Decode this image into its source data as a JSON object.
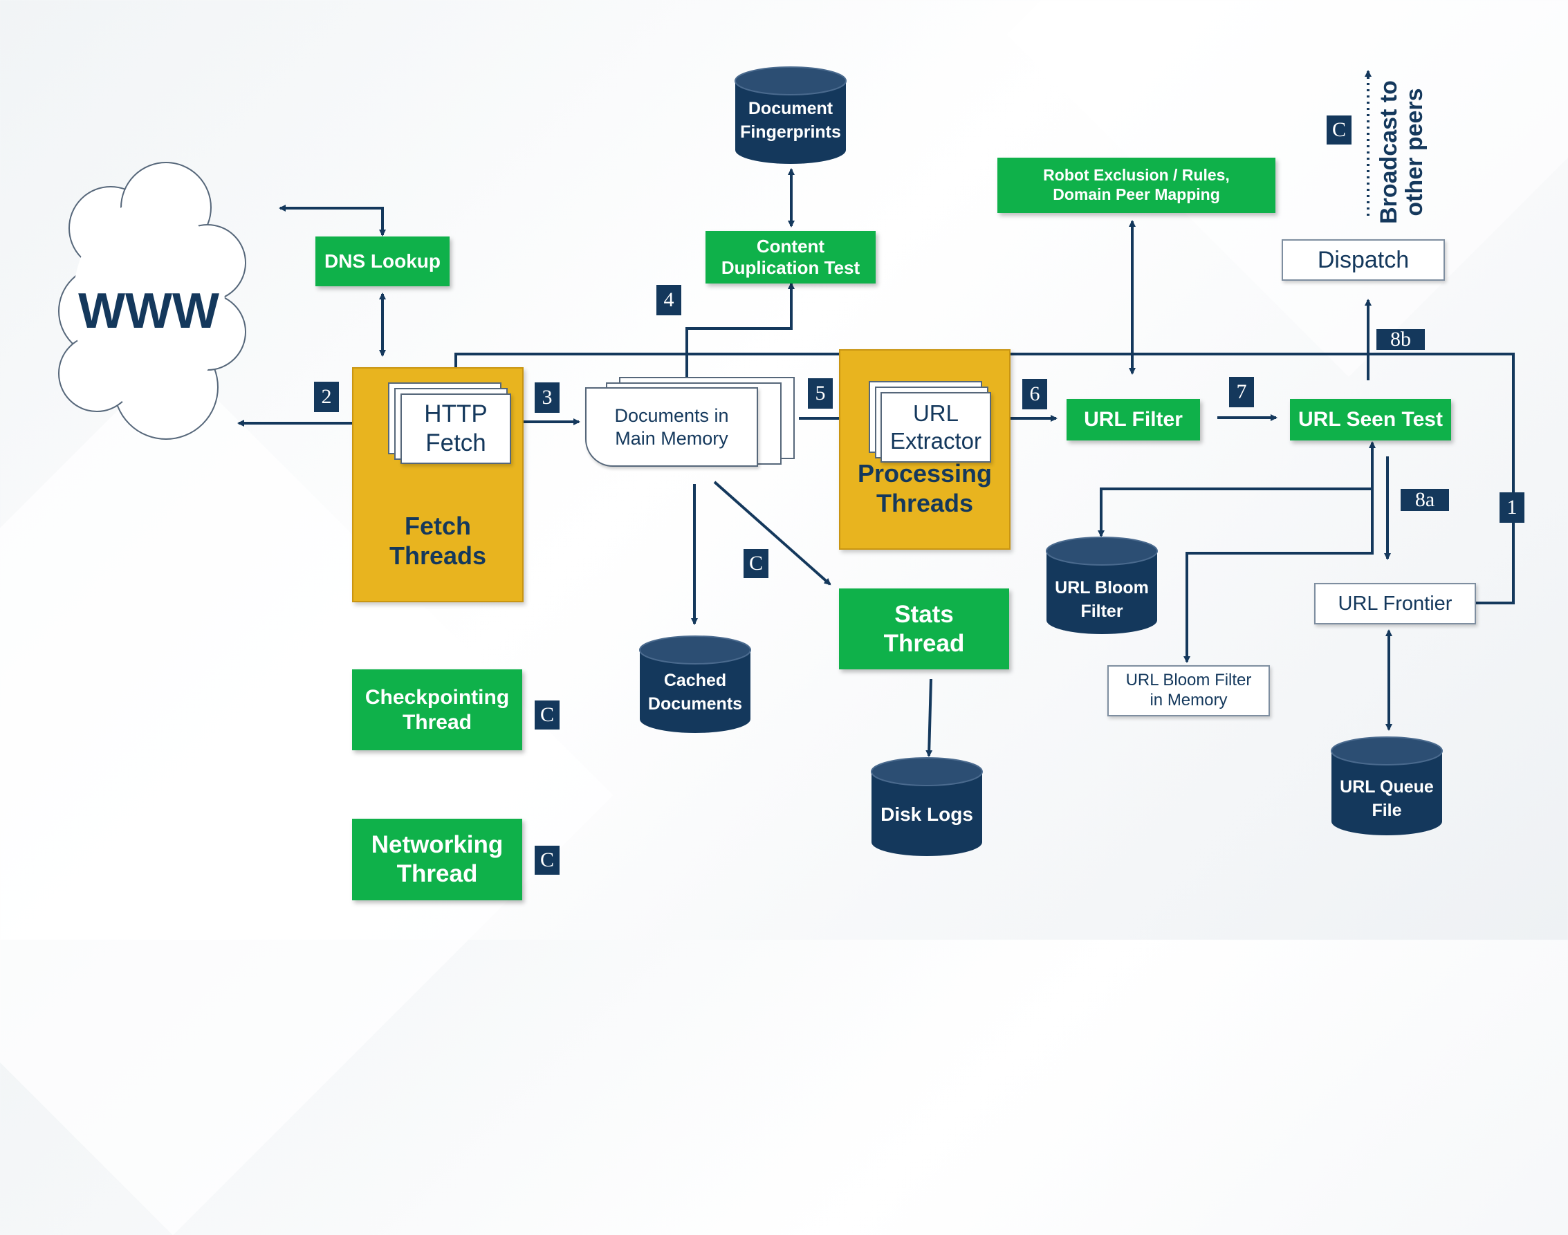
{
  "colors": {
    "green": "#0fb14a",
    "gold": "#e8b41f",
    "navy": "#14385c",
    "arrow": "#14385c"
  },
  "www": "WWW",
  "nodes": {
    "dns_lookup": "DNS Lookup",
    "http_fetch": "HTTP\nFetch",
    "fetch_threads": "Fetch\nThreads",
    "documents_memory": "Documents in\nMain Memory",
    "content_dup_test": "Content\nDuplication Test",
    "url_extractor": "URL\nExtractor",
    "processing_threads": "Processing\nThreads",
    "url_filter": "URL Filter",
    "robot_exclusion": "Robot Exclusion  / Rules,\nDomain Peer Mapping",
    "url_seen_test": "URL Seen Test",
    "dispatch": "Dispatch",
    "broadcast": "Broadcast to\nother peers",
    "url_frontier": "URL Frontier",
    "url_bloom_mem": "URL Bloom  Filter\nin Memory",
    "stats_thread": "Stats\nThread",
    "checkpointing_thread": "Checkpointing\nThread",
    "networking_thread": "Networking\nThread"
  },
  "databases": {
    "doc_fingerprints": "Document\nFingerprints",
    "cached_documents": "Cached\nDocuments",
    "url_bloom_filter": "URL Bloom\nFilter",
    "disk_logs": "Disk Logs",
    "url_queue_file": "URL Queue\nFile"
  },
  "badges": {
    "b1": "1",
    "b2": "2",
    "b3": "3",
    "b4": "4",
    "b5": "5",
    "b6": "6",
    "b7": "7",
    "b8a": "8a",
    "b8b": "8b",
    "c_broadcast": "C",
    "c_stats": "C",
    "c_checkpoint": "C",
    "c_network": "C"
  }
}
